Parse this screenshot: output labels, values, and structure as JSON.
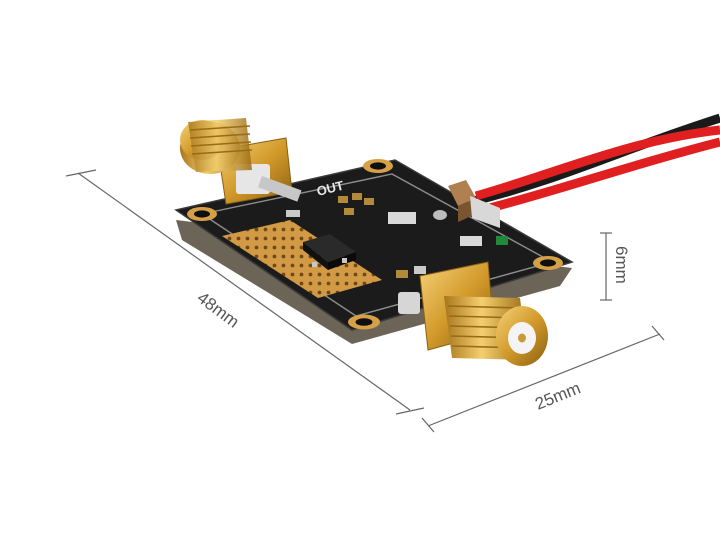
{
  "dimensions": {
    "length_label": "48mm",
    "width_label": "25mm",
    "height_label": "6mm"
  },
  "board": {
    "silkscreen_label": "OUT"
  },
  "colors": {
    "background": "#ffffff",
    "pcb": "#1b1b1b",
    "pcb_edge": "#6b6457",
    "gold": "#d9a530",
    "copper_pad": "#d8a04a",
    "red_wire": "#e02020",
    "black_wire": "#1a1a1a",
    "dimension_line": "#666666"
  }
}
